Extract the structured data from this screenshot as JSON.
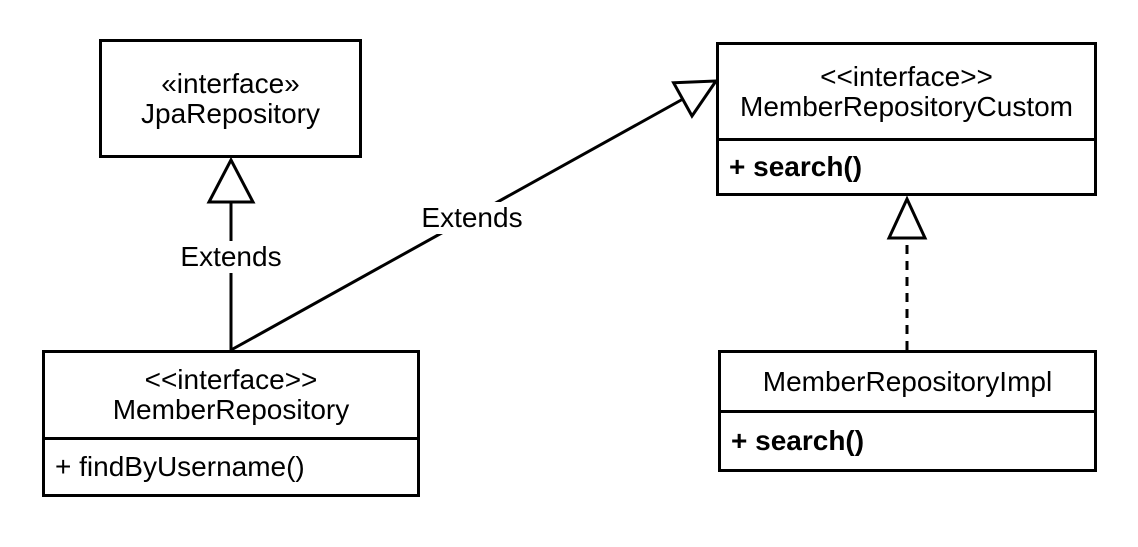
{
  "diagram": {
    "title": "Spring Data JPA custom repository UML class diagram",
    "colors": {
      "line": "#000000",
      "text": "#000000",
      "background": "#ffffff",
      "box_fill": "#ffffff"
    },
    "classes": [
      {
        "id": "jpa_repository",
        "stereotype": "«interface»",
        "name": "JpaRepository",
        "methods": []
      },
      {
        "id": "member_repository_custom",
        "stereotype": "<<interface>>",
        "name": "MemberRepositoryCustom",
        "methods": [
          "+ search()"
        ]
      },
      {
        "id": "member_repository",
        "stereotype": "<<interface>>",
        "name": "MemberRepository",
        "methods": [
          "+ findByUsername()"
        ]
      },
      {
        "id": "member_repository_impl",
        "stereotype": "",
        "name": "MemberRepositoryImpl",
        "methods": [
          "+ search()"
        ]
      }
    ],
    "relationships": [
      {
        "from": "MemberRepository",
        "to": "JpaRepository",
        "type": "generalization",
        "line": "solid",
        "arrowhead": "hollow-triangle",
        "label": "Extends"
      },
      {
        "from": "MemberRepository",
        "to": "MemberRepositoryCustom",
        "type": "generalization",
        "line": "solid",
        "arrowhead": "hollow-triangle",
        "label": "Extends"
      },
      {
        "from": "MemberRepositoryImpl",
        "to": "MemberRepositoryCustom",
        "type": "realization",
        "line": "dashed",
        "arrowhead": "hollow-triangle",
        "label": ""
      }
    ]
  }
}
